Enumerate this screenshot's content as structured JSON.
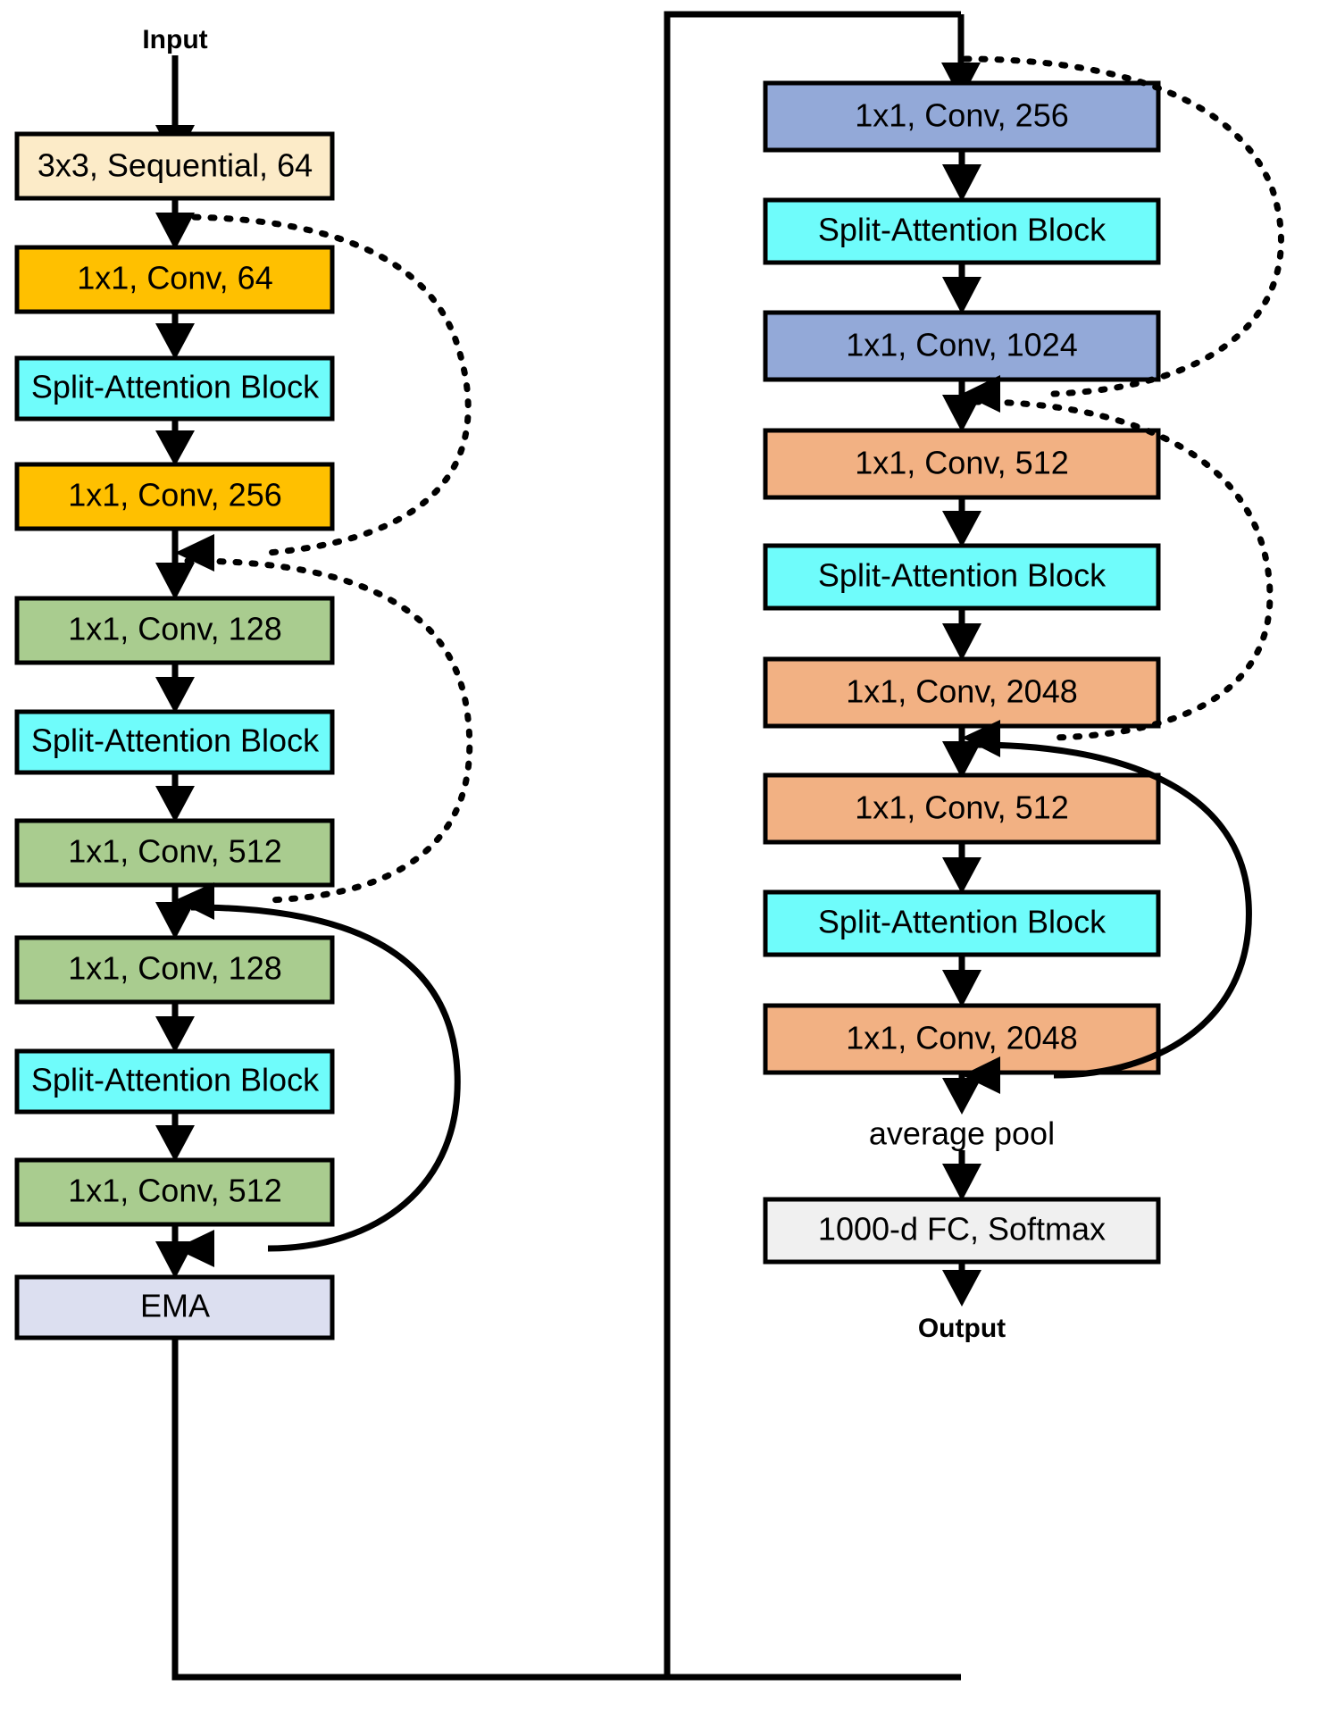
{
  "figure": {
    "type": "neural-network-architecture-diagram",
    "title": "ResNeSt-style backbone with Split-Attention blocks and EMA",
    "background_color": "#ffffff",
    "line_color": "#000000"
  },
  "palette": {
    "cream": "#FCEBC8",
    "amber": "#FFC000",
    "cyan": "#6FFCFB",
    "green": "#A9CC8F",
    "lavender": "#DCDFF0",
    "periwinkle": "#93A9D8",
    "peach": "#F2B183",
    "lightgray": "#F0F0F0",
    "stroke": "#000000"
  },
  "io": {
    "input_label": "Input",
    "output_label": "Output"
  },
  "left_column": {
    "blocks": [
      {
        "id": "stem",
        "label": "3x3, Sequential, 64",
        "color_key": "cream",
        "color": "#FCEBC8"
      },
      {
        "id": "s1-conv-a",
        "label": "1x1, Conv, 64",
        "color_key": "amber",
        "color": "#FFC000"
      },
      {
        "id": "s1-split",
        "label": "Split-Attention Block",
        "color_key": "cyan",
        "color": "#6FFCFB"
      },
      {
        "id": "s1-conv-b",
        "label": "1x1, Conv, 256",
        "color_key": "amber",
        "color": "#FFC000"
      },
      {
        "id": "s2a-conv-a",
        "label": "1x1, Conv, 128",
        "color_key": "green",
        "color": "#A9CC8F"
      },
      {
        "id": "s2a-split",
        "label": "Split-Attention Block",
        "color_key": "cyan",
        "color": "#6FFCFB"
      },
      {
        "id": "s2a-conv-b",
        "label": "1x1, Conv, 512",
        "color_key": "green",
        "color": "#A9CC8F"
      },
      {
        "id": "s2b-conv-a",
        "label": "1x1, Conv, 128",
        "color_key": "green",
        "color": "#A9CC8F"
      },
      {
        "id": "s2b-split",
        "label": "Split-Attention Block",
        "color_key": "cyan",
        "color": "#6FFCFB"
      },
      {
        "id": "s2b-conv-b",
        "label": "1x1, Conv, 512",
        "color_key": "green",
        "color": "#A9CC8F"
      },
      {
        "id": "ema",
        "label": "EMA",
        "color_key": "lavender",
        "color": "#DCDFF0"
      }
    ]
  },
  "right_column": {
    "blocks": [
      {
        "id": "s3-conv-a",
        "label": "1x1, Conv, 256",
        "color_key": "periwinkle",
        "color": "#93A9D8"
      },
      {
        "id": "s3-split",
        "label": "Split-Attention Block",
        "color_key": "cyan",
        "color": "#6FFCFB"
      },
      {
        "id": "s3-conv-b",
        "label": "1x1, Conv, 1024",
        "color_key": "periwinkle",
        "color": "#93A9D8"
      },
      {
        "id": "s4a-conv-a",
        "label": "1x1, Conv, 512",
        "color_key": "peach",
        "color": "#F2B183"
      },
      {
        "id": "s4a-split",
        "label": "Split-Attention Block",
        "color_key": "cyan",
        "color": "#6FFCFB"
      },
      {
        "id": "s4a-conv-b",
        "label": "1x1, Conv, 2048",
        "color_key": "peach",
        "color": "#F2B183"
      },
      {
        "id": "s4b-conv-a",
        "label": "1x1, Conv, 512",
        "color_key": "peach",
        "color": "#F2B183"
      },
      {
        "id": "s4b-split",
        "label": "Split-Attention Block",
        "color_key": "cyan",
        "color": "#6FFCFB"
      },
      {
        "id": "s4b-conv-b",
        "label": "1x1, Conv, 2048",
        "color_key": "peach",
        "color": "#F2B183"
      },
      {
        "id": "fc",
        "label": "1000-d FC, Softmax",
        "color_key": "lightgray",
        "color": "#F0F0F0"
      }
    ],
    "pool_label": "average  pool"
  },
  "connections": {
    "skip_style_dotted": "dotted shortcut (identity skip)",
    "skip_style_solid": "solid shortcut (identity skip)",
    "wraparound": "EMA output wraps left-bottom around to the top of the right column"
  }
}
